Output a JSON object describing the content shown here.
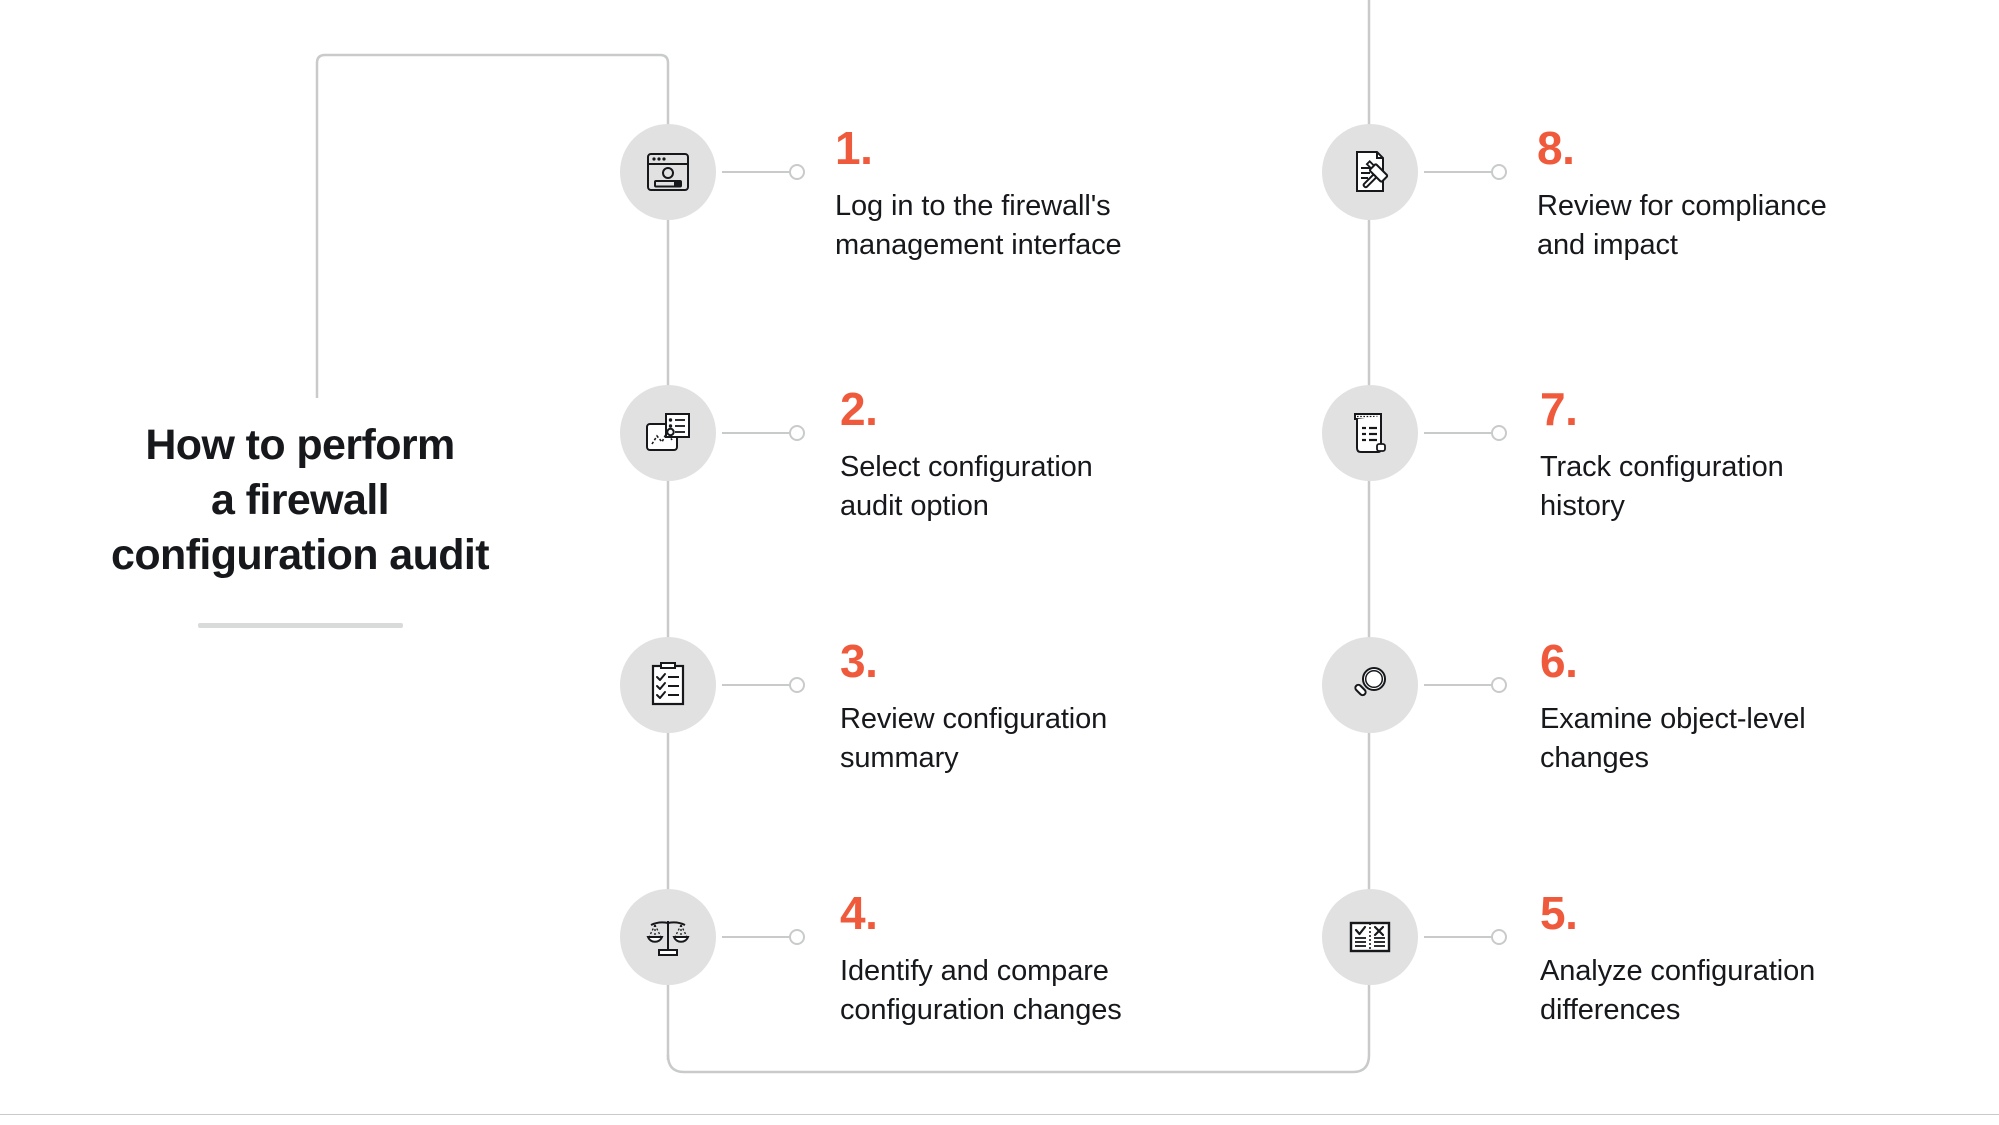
{
  "title": {
    "text": "How to perform\na firewall\nconfiguration audit"
  },
  "colors": {
    "accent": "#f05a3c",
    "text": "#16181c",
    "icon_circle": "#e0e1e0",
    "connector": "#c9cbcb",
    "background": "#ffffff"
  },
  "columns": [
    {
      "name": "left-column",
      "steps": [
        {
          "number": "1.",
          "label": "Log in to the firewall's\nmanagement interface",
          "icon": "login-window-icon"
        },
        {
          "number": "2.",
          "label": "Select configuration\naudit option",
          "icon": "chart-options-icon"
        },
        {
          "number": "3.",
          "label": "Review configuration\nsummary",
          "icon": "checklist-clipboard-icon"
        },
        {
          "number": "4.",
          "label": "Identify and compare\nconfiguration changes",
          "icon": "balance-scales-icon"
        }
      ]
    },
    {
      "name": "right-column",
      "steps": [
        {
          "number": "8.",
          "label": "Review for compliance\nand impact",
          "icon": "document-gavel-icon"
        },
        {
          "number": "7.",
          "label": "Track configuration\nhistory",
          "icon": "scroll-history-icon"
        },
        {
          "number": "6.",
          "label": "Examine object-level\nchanges",
          "icon": "magnifying-glass-icon"
        },
        {
          "number": "5.",
          "label": "Analyze configuration\ndifferences",
          "icon": "compare-diff-icon"
        }
      ]
    }
  ]
}
